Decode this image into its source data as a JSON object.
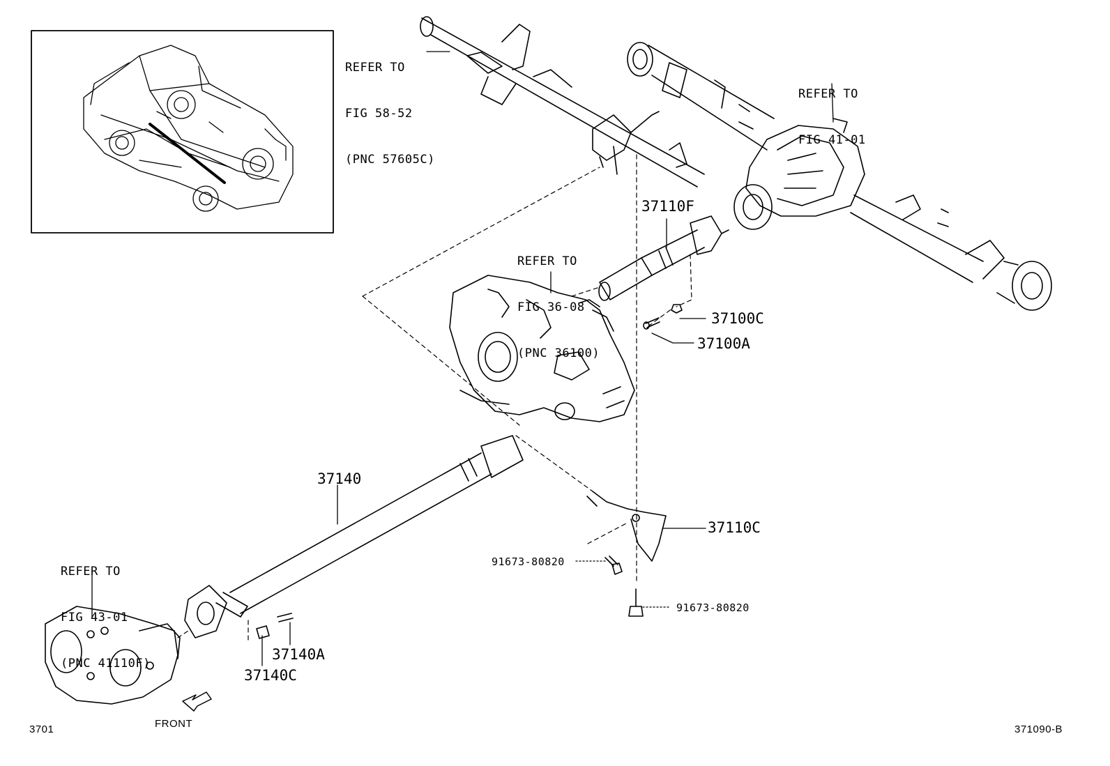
{
  "diagram": {
    "refer_labels": [
      {
        "id": "ref-58-52",
        "lines": [
          "REFER TO",
          "FIG 58-52",
          "(PNC 57605C)"
        ]
      },
      {
        "id": "ref-41-01",
        "lines": [
          "REFER TO",
          "FIG 41-01"
        ]
      },
      {
        "id": "ref-36-08",
        "lines": [
          "REFER TO",
          "FIG 36-08",
          "(PNC 36100)"
        ]
      },
      {
        "id": "ref-43-01",
        "lines": [
          "REFER TO",
          "FIG 43-01",
          "(PNC 41110F)"
        ]
      }
    ],
    "part_labels": {
      "p37110F": "37110F",
      "p37100C": "37100C",
      "p37100A": "37100A",
      "p37140": "37140",
      "p37110C": "37110C",
      "p91673_a": "91673-80820",
      "p91673_b": "91673-80820",
      "p37140A": "37140A",
      "p37140C": "37140C"
    },
    "footer": {
      "left_code": "3701",
      "front_label": "FRONT",
      "right_code": "371090-B"
    }
  },
  "colors": {
    "line": "#000000",
    "background": "#ffffff"
  }
}
